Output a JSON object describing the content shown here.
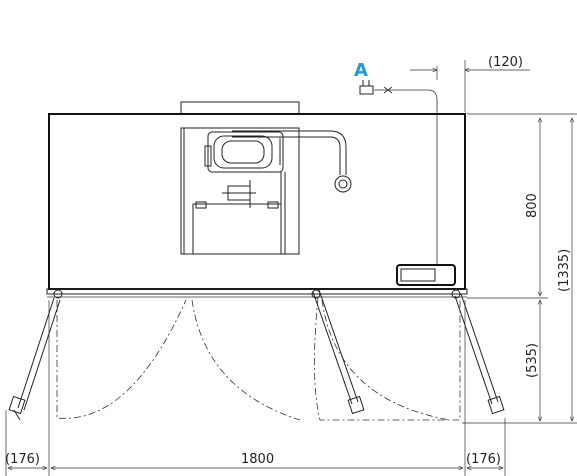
{
  "callout": {
    "label": "A",
    "color": "#1a9bd7"
  },
  "dimensions": {
    "cable_offset": "(120)",
    "unit_height": "800",
    "overall_height": "(1335)",
    "door_depth": "(535)",
    "left_swing": "(176)",
    "width": "1800",
    "right_swing": "(176)"
  }
}
